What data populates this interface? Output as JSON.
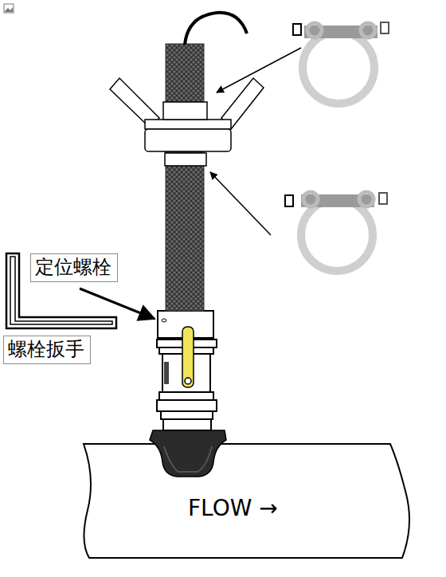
{
  "diagram": {
    "nodes": [
      {
        "text": [
          "定位螺栓"
        ]
      },
      {
        "text": [
          "螺栓扳手"
        ]
      }
    ],
    "labels": [
      "FLOW →"
    ]
  }
}
